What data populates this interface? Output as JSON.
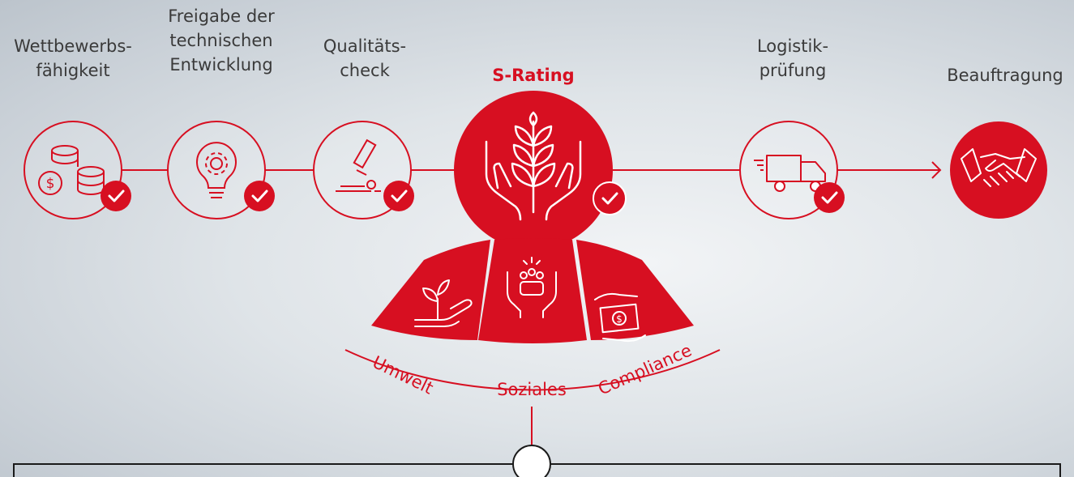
{
  "colors": {
    "accent": "#d70f21",
    "line": "#d70f21",
    "box": "#1a1a1a"
  },
  "stages": [
    {
      "label": "Wettbewerbs-\nfähigkeit",
      "icon": "coins-icon",
      "checked": true,
      "active": false
    },
    {
      "label": "Freigabe der\ntechnischen\nEntwicklung",
      "icon": "lightbulb-gear-icon",
      "checked": true,
      "active": false
    },
    {
      "label": "Qualitäts-\ncheck",
      "icon": "microscope-icon",
      "checked": true,
      "active": false
    },
    {
      "label": "S-Rating",
      "icon": "plant-hands-icon",
      "checked": true,
      "active": true
    },
    {
      "label": "Logistik-\nprüfung",
      "icon": "truck-icon",
      "checked": true,
      "active": false
    },
    {
      "label": "Beauftragung",
      "icon": "handshake-icon",
      "checked": false,
      "active": false
    }
  ],
  "segments": [
    {
      "label": "Umwelt",
      "icon": "seedling-hand-icon"
    },
    {
      "label": "Soziales",
      "icon": "people-hands-icon"
    },
    {
      "label": "Compliance",
      "icon": "money-hands-icon"
    }
  ]
}
